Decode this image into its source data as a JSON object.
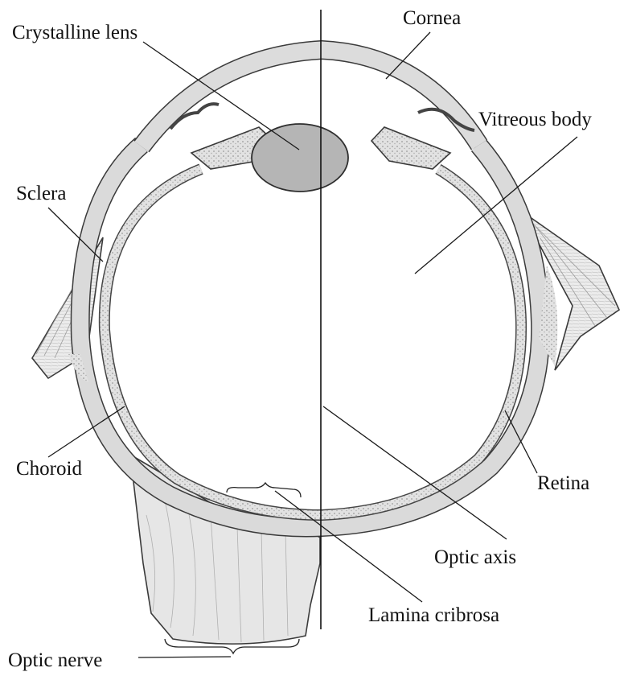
{
  "labels": {
    "crystalline_lens": "Crystalline lens",
    "cornea": "Cornea",
    "vitreous_body": "Vitreous body",
    "sclera": "Sclera",
    "choroid": "Choroid",
    "retina": "Retina",
    "optic_axis": "Optic axis",
    "lamina_cribrosa": "Lamina cribrosa",
    "optic_nerve": "Optic nerve"
  },
  "colors": {
    "sclera": "#d9d9d9",
    "choroid_retina": "#cfcfcf",
    "lens": "#b5b5b5",
    "nerve": "#e6e6e6",
    "fat": "#d4d4d4"
  }
}
